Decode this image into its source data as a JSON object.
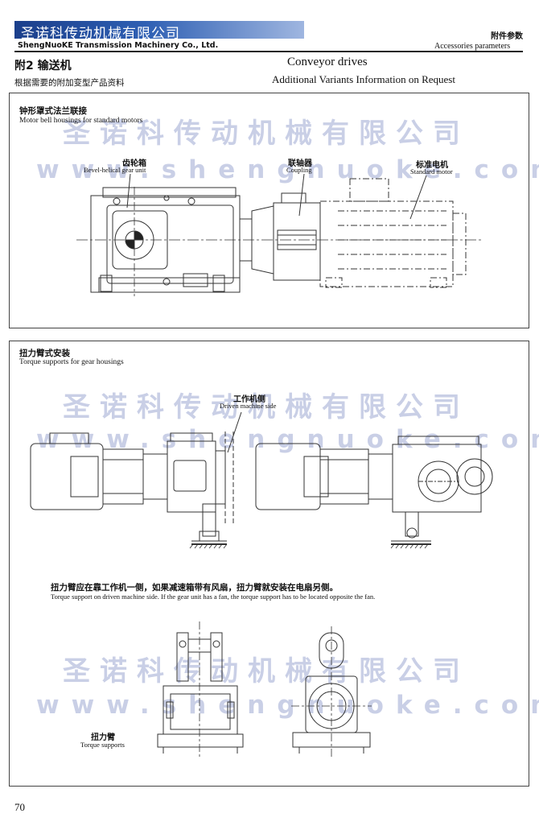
{
  "header": {
    "brand_cn": "圣诺科传动机械有限公司",
    "brand_en": "ShengNuoKE Transmission Machinery Co., Ltd.",
    "section_cn": "附件参数",
    "section_en": "Accessories parameters"
  },
  "page": {
    "title_cn": "附2  输送机",
    "title_en": "Conveyor drives",
    "subtitle_cn": "根据需要的附加变型产品资料",
    "subtitle_en": "Additional Variants Information on Request",
    "number": "70"
  },
  "watermark": {
    "cn": "圣诺科传动机械有限公司",
    "en": "www.shengnuoke.com"
  },
  "bell_section": {
    "title_cn": "钟形罩式法兰联接",
    "title_en": "Motor bell housings for standard motors",
    "gear_cn": "齿轮箱",
    "gear_en": "Bevel-helical gear unit",
    "coupling_cn": "联轴器",
    "coupling_en": "Coupling",
    "motor_cn": "标准电机",
    "motor_en": "Standard motor"
  },
  "torque_section": {
    "title_cn": "扭力臂式安装",
    "title_en": "Torque supports for gear housings",
    "driven_cn": "工作机侧",
    "driven_en": "Driven machine side",
    "note_cn": "扭力臂应在靠工作机一侧，如果减速箱带有风扇，扭力臂就安装在电扇另侧。",
    "note_en": "Torque support on driven machine side. If the gear unit has a fan, the torque support has to be located opposite the fan.",
    "support_cn": "扭力臂",
    "support_en": "Torque supports"
  },
  "colors": {
    "banner": "#1b3f8b",
    "watermark": "#c9cfe6",
    "line": "#333333"
  }
}
